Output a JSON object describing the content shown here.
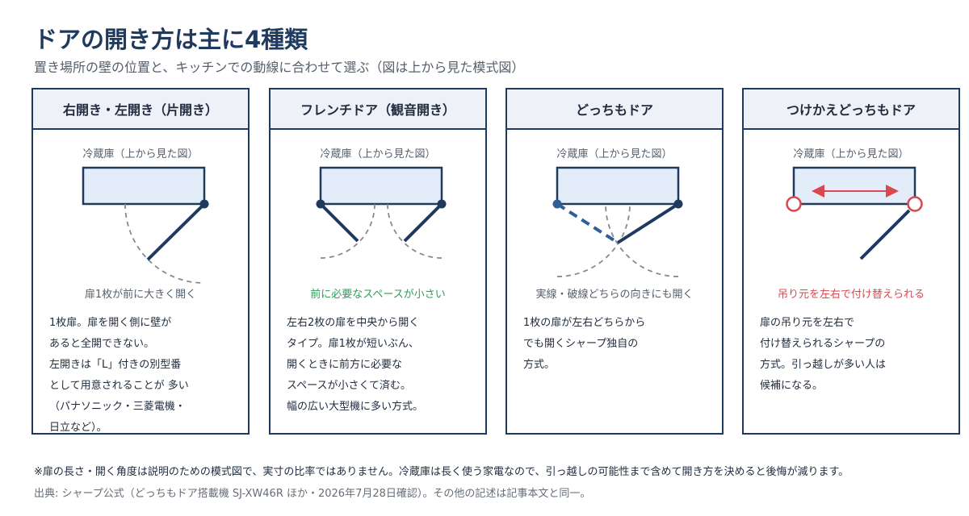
{
  "title": "ドアの開き方は主に4種類",
  "subtitle": "置き場所の壁の位置と、キッチンでの動線に合わせて選ぶ（図は上から見た模式図）",
  "fig_label": "冷蔵庫（上から見た図）",
  "colors": {
    "navy": "#1f3a5f",
    "header_bg": "#eef2f8",
    "fridge_fill": "#e3edf9",
    "green": "#2e9e5a",
    "red": "#d9474f",
    "dashed_blue": "#2f5f9a"
  },
  "panels": [
    {
      "title": "右開き・左開き（片開き）",
      "caption": "扉1枚が前に大きく開く",
      "caption_color": "#555f6b",
      "desc": [
        "1枚扉。扉を開く側に壁が",
        "あると全開できない。",
        "左開きは「L」付きの別型番",
        "として用意されることが 多い",
        "（パナソニック・三菱電機・",
        "日立など）。"
      ]
    },
    {
      "title": "フレンチドア（観音開き）",
      "caption": "前に必要なスペースが小さい",
      "caption_color": "#2e9e5a",
      "desc": [
        "左右2枚の扉を中央から開く",
        "タイプ。扉1枚が短いぶん、",
        "開くときに前方に必要な",
        "スペースが小さくて済む。",
        "幅の広い大型機に多い方式。"
      ]
    },
    {
      "title": "どっちもドア",
      "caption": "実線・破線どちらの向きにも開く",
      "caption_color": "#555f6b",
      "desc": [
        "1枚の扉が左右どちらから",
        "でも開くシャープ独自の",
        "方式。"
      ]
    },
    {
      "title": "つけかえどっちもドア",
      "caption": "吊り元を左右で付け替えられる",
      "caption_color": "#d9474f",
      "desc": [
        "扉の吊り元を左右で",
        "付け替えられるシャープの",
        "方式。引っ越しが多い人は",
        "候補になる。"
      ]
    }
  ],
  "footnote": "※扉の長さ・開く角度は説明のための模式図で、実寸の比率ではありません。冷蔵庫は長く使う家電なので、引っ越しの可能性まで含めて開き方を決めると後悔が減ります。",
  "source": "出典: シャープ公式（どっちもドア搭載機 SJ-XW46R ほか・2026年7月28日確認）。その他の記述は記事本文と同一。"
}
